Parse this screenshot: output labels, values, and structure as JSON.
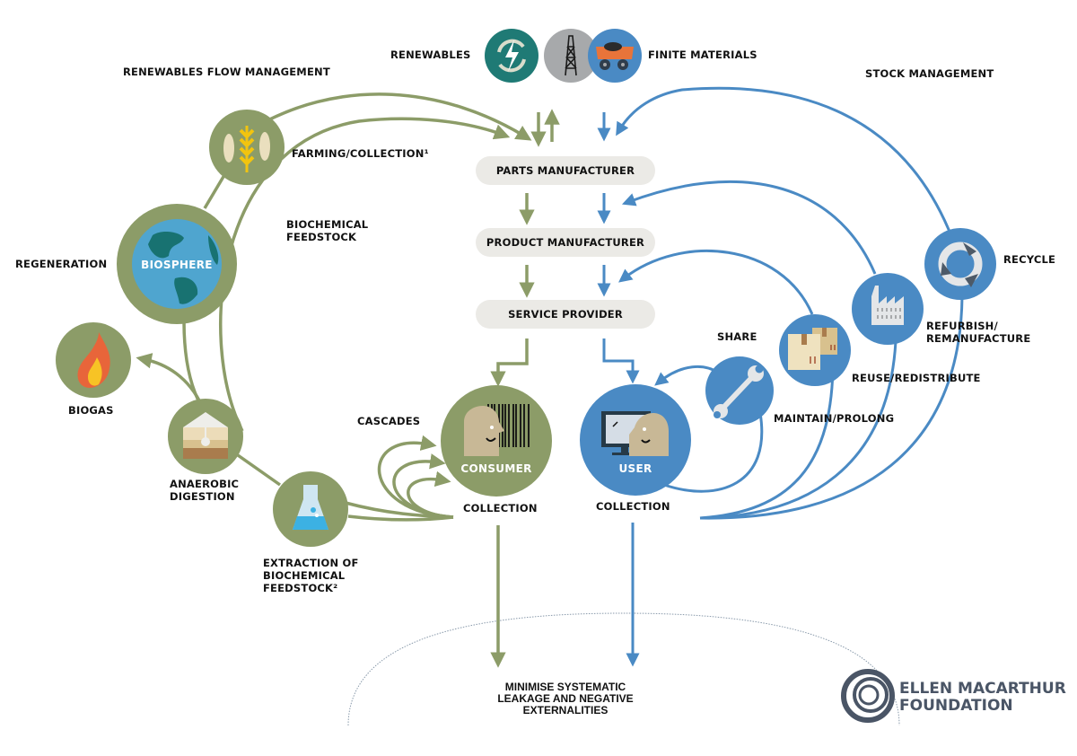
{
  "title": "Circular Economy Systems Diagram",
  "colors": {
    "bio_green": "#8c9c68",
    "tech_blue": "#4a8ac4",
    "pill_bg": "#ebeae6",
    "renewables_teal": "#1f7a75",
    "finite_grey": "#a7a9ab",
    "logo_slate": "#4a5566"
  },
  "headings": {
    "renewables_flow": "RENEWABLES FLOW MANAGEMENT",
    "stock_management": "STOCK MANAGEMENT",
    "renewables": "RENEWABLES",
    "finite_materials": "FINITE MATERIALS"
  },
  "value_chain": [
    {
      "label": "PARTS MANUFACTURER"
    },
    {
      "label": "PRODUCT MANUFACTURER"
    },
    {
      "label": "SERVICE PROVIDER"
    }
  ],
  "biological": {
    "farming": "FARMING/COLLECTION¹",
    "biochemical_feedstock": "BIOCHEMICAL\nFEEDSTOCK",
    "regeneration": "REGENERATION",
    "biosphere": "BIOSPHERE",
    "biogas": "BIOGAS",
    "anaerobic_digestion": "ANAEROBIC\nDIGESTION",
    "extraction": "EXTRACTION OF\nBIOCHEMICAL\nFEEDSTOCK²",
    "cascades": "CASCADES",
    "consumer": "CONSUMER",
    "collection": "COLLECTION"
  },
  "technical": {
    "user": "USER",
    "collection": "COLLECTION",
    "share": "SHARE",
    "maintain": "MAINTAIN/PROLONG",
    "reuse": "REUSE/REDISTRIBUTE",
    "refurbish": "REFURBISH/\nREMANUFACTURE",
    "recycle": "RECYCLE"
  },
  "leakage": "MINIMISE SYSTEMATIC\nLEAKAGE AND NEGATIVE\nEXTERNALITIES",
  "logo": {
    "name": "ELLEN MACARTHUR\nFOUNDATION"
  },
  "icons": {
    "renewables": "renewable-energy-icon",
    "oil_rig": "oil-rig-icon",
    "mining_truck": "mining-truck-icon",
    "farming": "fish-wheat-icon",
    "biosphere": "globe-icon",
    "biogas": "flame-icon",
    "anaerobic": "soil-layers-icon",
    "extraction": "flask-icon",
    "consumer": "person-barcode-icon",
    "user": "person-computer-icon",
    "maintain": "wrench-icon",
    "reuse": "boxes-icon",
    "refurbish": "factory-icon",
    "recycle": "recycle-icon",
    "logo": "concentric-circles-logo-icon"
  }
}
